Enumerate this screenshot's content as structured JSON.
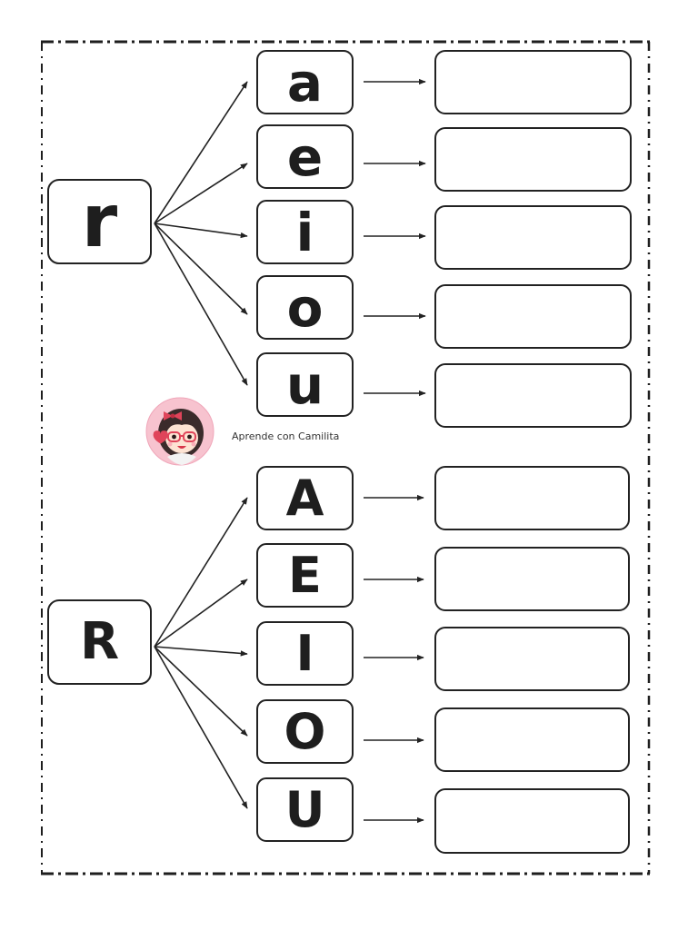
{
  "worksheet": {
    "lowercase": {
      "consonant": "r",
      "vowels": [
        "a",
        "e",
        "i",
        "o",
        "u"
      ]
    },
    "uppercase": {
      "consonant": "R",
      "vowels": [
        "A",
        "E",
        "I",
        "O",
        "U"
      ]
    }
  },
  "brand": {
    "name": "Aprende con Camilita",
    "avatar_icon": "camilita-avatar-icon"
  },
  "icons": {
    "connector": "arrow-icon",
    "border": "dash-dot-border"
  },
  "colors": {
    "ink": "#222222",
    "background": "#ffffff",
    "avatar_background": "#f7c3cf",
    "avatar_accent": "#e0445a"
  }
}
